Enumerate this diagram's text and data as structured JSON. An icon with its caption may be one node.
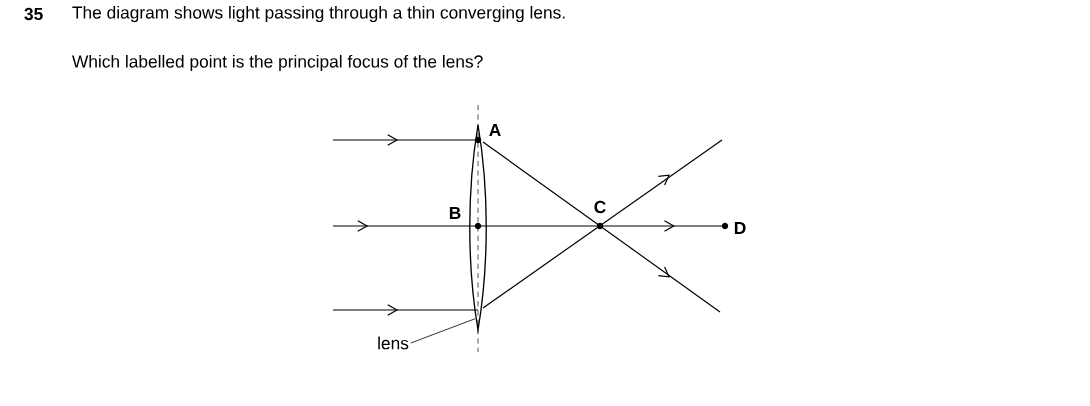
{
  "diagram": {
    "nodes": [
      {
        "text": [],
        "shape": "lens"
      },
      {
        "text": [
          "lens"
        ]
      }
    ],
    "edges": [
      {
        "from": 1,
        "to": 0,
        "arrow": "none"
      }
    ],
    "labels": [
      "35",
      "The diagram shows light passing through a thin converging lens.",
      "Which labelled point is the principal focus of the lens?",
      "A",
      "B",
      "C",
      "D"
    ]
  }
}
